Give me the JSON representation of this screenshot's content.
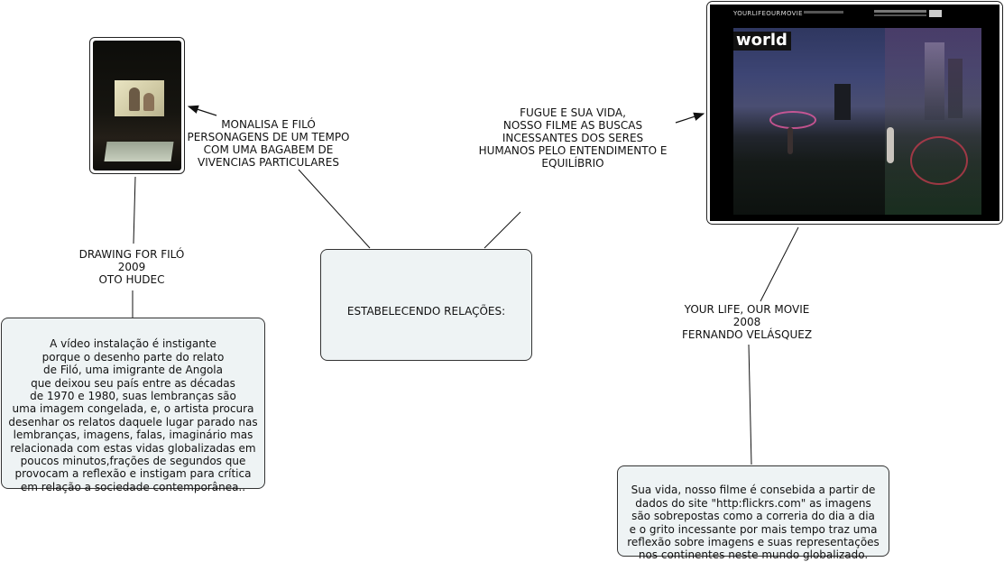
{
  "nodes": {
    "left_image_caption": "DRAWING FOR FILÓ\n2009\nOTO HUDEC",
    "left_description": "A vídeo instalação é instigante\nporque o desenho parte do relato\nde Filó, uma imigrante de Angola\nque deixou seu país entre as décadas\nde 1970 e 1980, suas lembranças são\numa imagem congelada, e, o artista procura\ndesenhar os relatos daquele lugar parado nas\nlembranças, imagens, falas, imaginário mas\nrelacionada com estas vidas globalizadas em\npoucos minutos,frações de segundos que\nprovocam a reflexão e instigam para crítica\nem relação a sociedade contemporânea..",
    "center_topic": "ESTABELECENDO RELAÇÕES:",
    "left_link_label": "MONALISA E FILÓ\nPERSONAGENS DE UM TEMPO\nCOM UMA BAGABEM DE\nVIVENCIAS PARTICULARES",
    "right_link_label": "FUGUE E SUA VIDA,\nNOSSO FILME AS BUSCAS\nINCESSANTES DOS SERES\nHUMANOS PELO ENTENDIMENTO E\nEQUILÍBRIO",
    "right_image_caption": "YOUR LIFE, OUR MOVIE\n2008\nFERNANDO VELÁSQUEZ",
    "right_description": "Sua vida, nosso filme é consebida a partir de\ndados do site \"http:flickrs.com\" as imagens\nsão sobrepostas como a correria do dia a dia\ne o grito incessante por mais tempo traz uma\nreflexão sobre imagens e suas representações\nnos continentes neste mundo globalizado."
  },
  "right_screenshot": {
    "logo": "YOURLIFEOURMOVIE",
    "overlay_word": "world"
  },
  "colors": {
    "box_fill": "#eef3f4",
    "line": "#111111"
  }
}
